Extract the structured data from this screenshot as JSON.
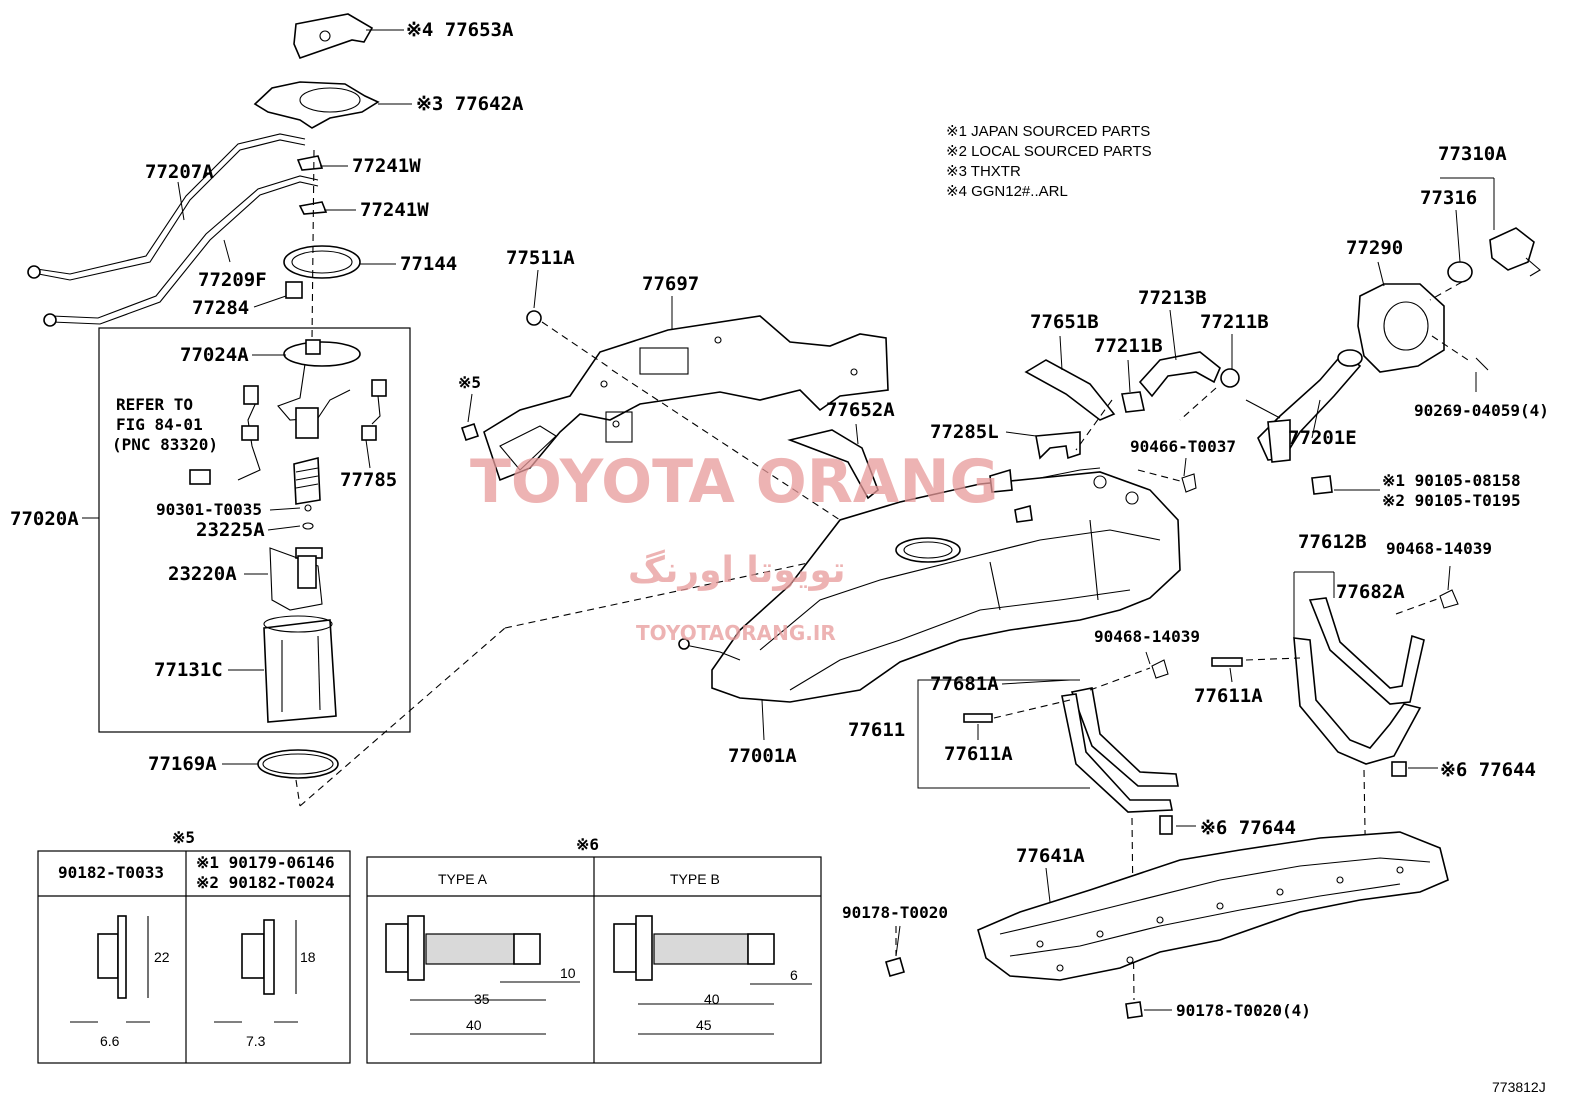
{
  "notes": [
    "※1 JAPAN SOURCED PARTS",
    "※2 LOCAL SOURCED PARTS",
    "※3 THXTR",
    "※4 GGN12#..ARL"
  ],
  "parts": {
    "p77653A": "※4 77653A",
    "p77642A": "※3 77642A",
    "p77207A": "77207A",
    "p77241W_1": "77241W",
    "p77241W_2": "77241W",
    "p77209F": "77209F",
    "p77144": "77144",
    "p77284": "77284",
    "p77024A": "77024A",
    "refer1": "REFER TO",
    "refer2": "FIG 84-01",
    "refer3": "(PNC 83320)",
    "p77785": "77785",
    "p77020A": "77020A",
    "p90301": "90301-T0035",
    "p23225A": "23225A",
    "p23220A": "23220A",
    "p77131C": "77131C",
    "p77169A": "77169A",
    "p77511A": "77511A",
    "p77697": "77697",
    "mark5": "※5",
    "p77652A": "77652A",
    "p77651B": "77651B",
    "p77213B": "77213B",
    "p77211B_1": "77211B",
    "p77211B_2": "77211B",
    "p77285L": "77285L",
    "p90466": "90466-T0037",
    "p77310A": "77310A",
    "p77316": "77316",
    "p77290": "77290",
    "p77201E": "77201E",
    "p90269": "90269-04059(4)",
    "p90105_1": "※1 90105-08158",
    "p90105_2": "※2 90105-T0195",
    "p77612B": "77612B",
    "p90468_1": "90468-14039",
    "p77682A": "77682A",
    "p90468_2": "90468-14039",
    "p77611A_1": "77611A",
    "p77681A": "77681A",
    "p77611": "77611",
    "p77611A_2": "77611A",
    "p77001A": "77001A",
    "p77644_1": "※6 77644",
    "p77644_2": "※6 77644",
    "p77641A": "77641A",
    "p90178_1": "90178-T0020",
    "p90178_2": "90178-T0020(4)"
  },
  "table5": {
    "mark": "※5",
    "col1": "90182-T0033",
    "col2a": "※1 90179-06146",
    "col2b": "※2 90182-T0024",
    "dim22": "22",
    "dim66": "6.6",
    "dim18": "18",
    "dim73": "7.3"
  },
  "table6": {
    "mark": "※6",
    "typeA": "TYPE A",
    "typeB": "TYPE B",
    "a10": "10",
    "a35": "35",
    "a40": "40",
    "b6": "6",
    "b40": "40",
    "b45": "45"
  },
  "watermark": {
    "main": "TOYOTA ORANG",
    "persian": "تویوتا اورنگ",
    "url": "TOYOTAORANG.IR"
  },
  "figure_id": "773812J"
}
